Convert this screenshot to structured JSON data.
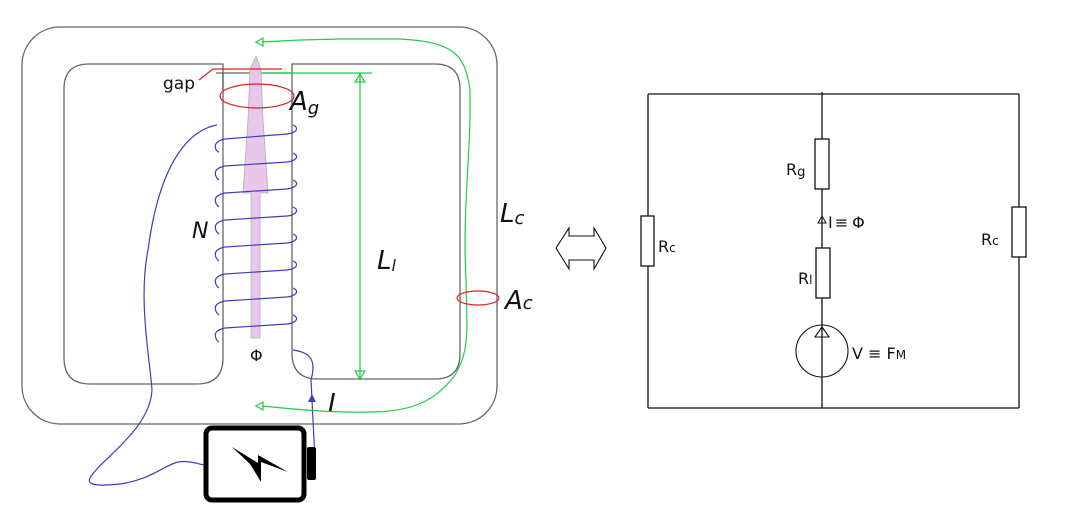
{
  "magnetic_circuit": {
    "labels": {
      "gap": "gap",
      "gap_area_main": "A",
      "gap_area_sub": "g",
      "turns": "N",
      "leg_length_main": "L",
      "leg_length_sub": "l",
      "core_length_main": "L",
      "core_length_sub": "c",
      "core_area_main": "A",
      "core_area_sub": "c",
      "flux": "Φ",
      "current": "I"
    },
    "colors": {
      "core_outline": "#666666",
      "winding": "#3a3fbf",
      "flux_path": "#22cc44",
      "area_marker": "#dd2222",
      "flux_arrow_fill": "#e8c8ea",
      "battery": "#000000"
    },
    "winding_turns_drawn": 8,
    "battery_icon": "battery-charging-icon"
  },
  "equivalence": {
    "icon": "double-arrow-icon"
  },
  "equivalent_circuit": {
    "resistors": {
      "left_core": {
        "main": "R",
        "sub": "c"
      },
      "right_core": {
        "main": "R",
        "sub": "c"
      },
      "gap": {
        "main": "R",
        "sub": "g"
      },
      "leg": {
        "main": "R",
        "sub": "l"
      }
    },
    "current_label": "I ≡ Φ",
    "current_main": "I",
    "current_equiv": "≡",
    "current_flux": "Φ",
    "source_label_main": "V ≡ F",
    "source_label_sub": "M"
  }
}
